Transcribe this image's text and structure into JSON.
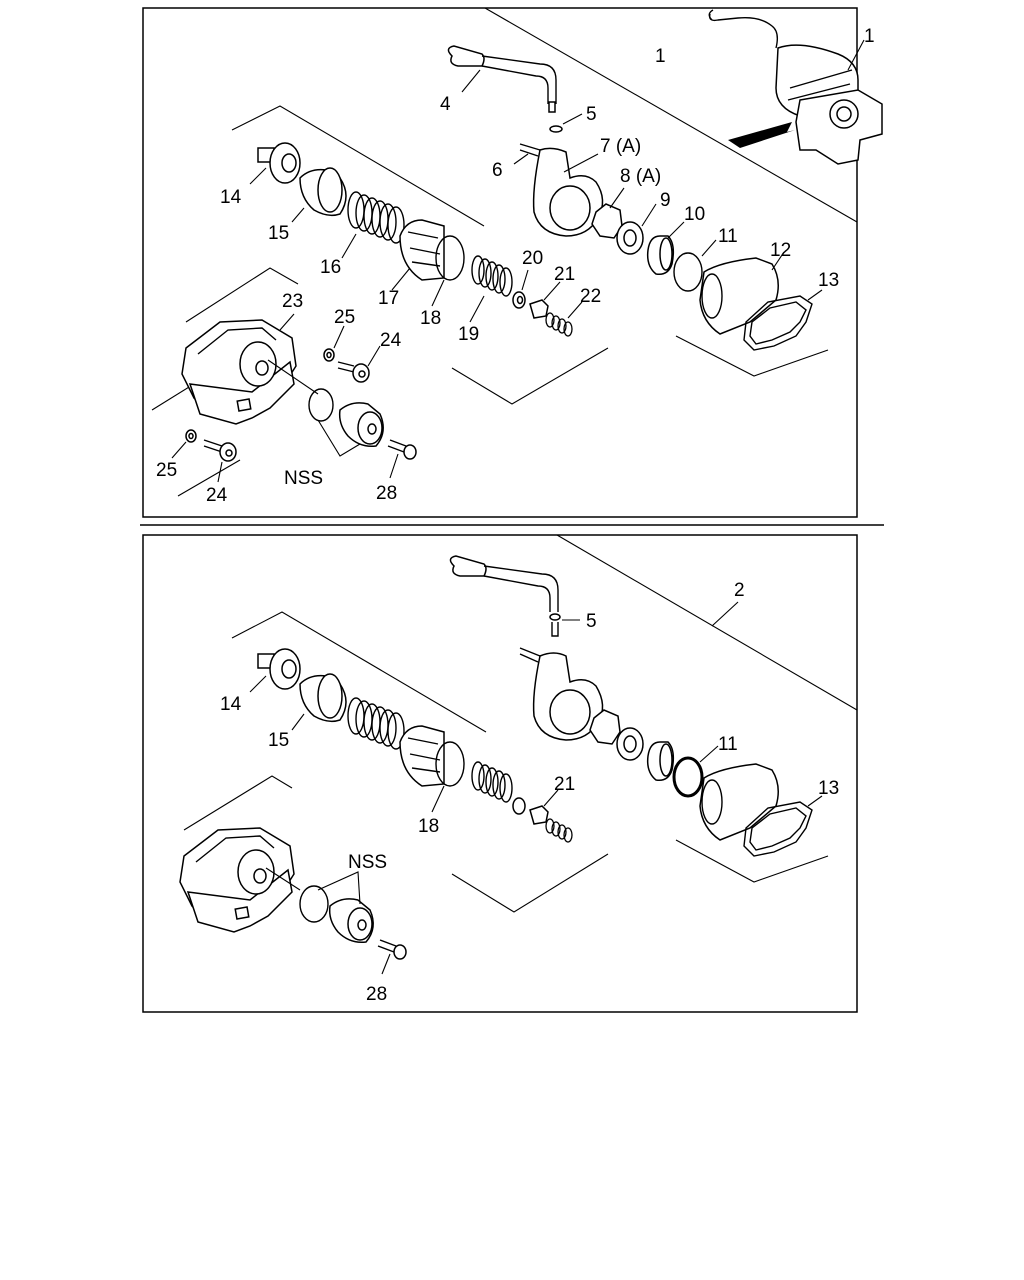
{
  "upper_panel": {
    "callouts": {
      "c1_frame": "1",
      "c1_inset": "1",
      "c4": "4",
      "c5": "5",
      "c6": "6",
      "c7": "7 (A)",
      "c8": "8 (A)",
      "c9": "9",
      "c10": "10",
      "c11": "11",
      "c12": "12",
      "c13": "13",
      "c14": "14",
      "c15": "15",
      "c16": "16",
      "c17": "17",
      "c18": "18",
      "c19": "19",
      "c20": "20",
      "c21": "21",
      "c22": "22",
      "c23": "23",
      "c24a": "24",
      "c24b": "24",
      "c25a": "25",
      "c25b": "25",
      "nss": "NSS",
      "c28": "28"
    }
  },
  "lower_panel": {
    "callouts": {
      "c2": "2",
      "c5": "5",
      "c11": "11",
      "c13": "13",
      "c14": "14",
      "c15": "15",
      "c18": "18",
      "c21": "21",
      "nss": "NSS",
      "c28": "28"
    }
  }
}
